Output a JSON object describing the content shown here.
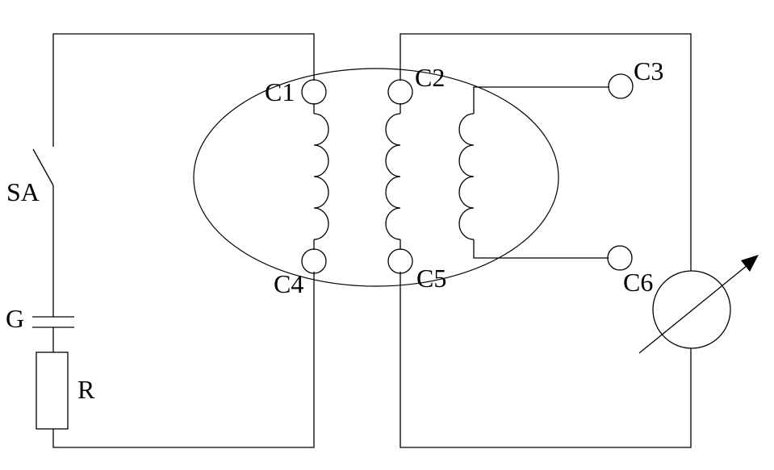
{
  "labels": {
    "switch": "SA",
    "battery": "G",
    "resistor": "R",
    "terminal_c1": "C1",
    "terminal_c2": "C2",
    "terminal_c3": "C3",
    "terminal_c4": "C4",
    "terminal_c5": "C5",
    "terminal_c6": "C6"
  },
  "colors": {
    "line": "#000000",
    "background": "#ffffff"
  }
}
